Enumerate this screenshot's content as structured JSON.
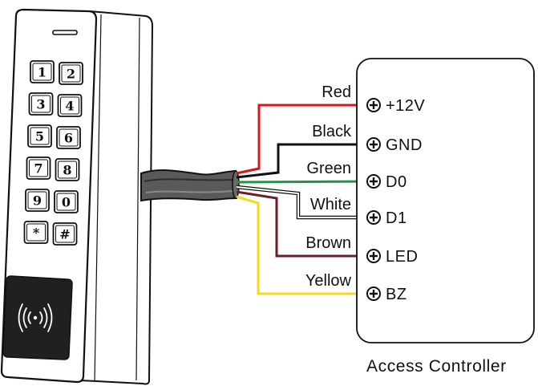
{
  "keypad": {
    "keys": [
      [
        "1",
        "2"
      ],
      [
        "3",
        "4"
      ],
      [
        "5",
        "6"
      ],
      [
        "7",
        "8"
      ],
      [
        "9",
        "0"
      ],
      [
        "*",
        "#"
      ]
    ],
    "rfid_icon": "rfid-waves-icon"
  },
  "controller": {
    "caption": "Access Controller",
    "terminal_icon": "screw-terminal-icon"
  },
  "wires": [
    {
      "label": "Red",
      "terminal": "+12V",
      "color": "#d9141b"
    },
    {
      "label": "Black",
      "terminal": "GND",
      "color": "#111111"
    },
    {
      "label": "Green",
      "terminal": "D0",
      "color": "#1a9a3c"
    },
    {
      "label": "White",
      "terminal": "D1",
      "color": "#ffffff"
    },
    {
      "label": "Brown",
      "terminal": "LED",
      "color": "#6b1f24"
    },
    {
      "label": "Yellow",
      "terminal": "BZ",
      "color": "#f2dc1f"
    }
  ]
}
